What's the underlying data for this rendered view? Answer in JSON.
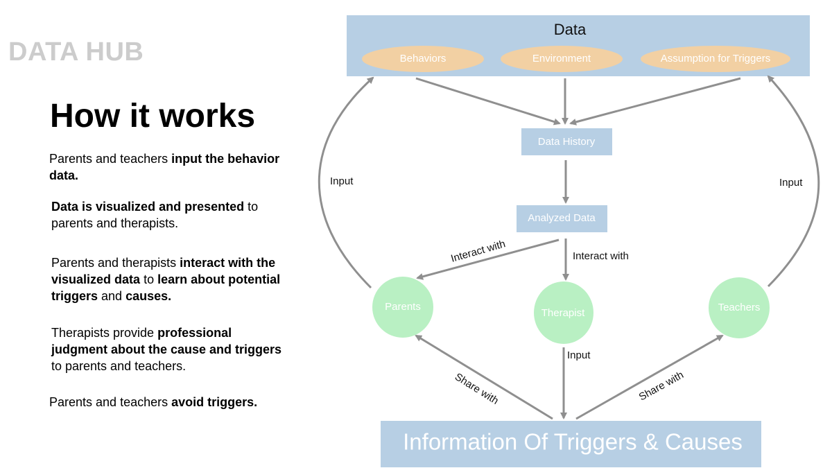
{
  "brand": "DATA HUB",
  "title": "How it works",
  "steps": [
    [
      {
        "t": "Parents and teachers ",
        "b": false
      },
      {
        "t": "input the behavior data.",
        "b": true
      }
    ],
    [
      {
        "t": "Data is visualized and presented",
        "b": true
      },
      {
        "t": " to parents and therapists.",
        "b": false
      }
    ],
    [
      {
        "t": "Parents and therapists ",
        "b": false
      },
      {
        "t": "interact with the visualized data",
        "b": true
      },
      {
        "t": " to ",
        "b": false
      },
      {
        "t": "learn about potential triggers",
        "b": true
      },
      {
        "t": " and ",
        "b": false
      },
      {
        "t": "causes.",
        "b": true
      }
    ],
    [
      {
        "t": "Therapists provide ",
        "b": false
      },
      {
        "t": "professional judgment about the cause and triggers",
        "b": true
      },
      {
        "t": " to parents and teachers.",
        "b": false
      }
    ],
    [
      {
        "t": "Parents and teachers ",
        "b": false
      },
      {
        "t": "avoid triggers.",
        "b": true
      }
    ]
  ],
  "diagram": {
    "colors": {
      "box": "#b7cfe4",
      "ellipse": "#f2d0a3",
      "circle": "#b9f0c3",
      "arrow": "#8f8f8f"
    },
    "data_box": {
      "title": "Data",
      "items": [
        "Behaviors",
        "Environment",
        "Assumption for Triggers"
      ]
    },
    "data_history": "Data History",
    "analyzed_data": "Analyzed Data",
    "actors": {
      "parents": "Parents",
      "therapist": "Therapist",
      "teachers": "Teachers"
    },
    "info_box": "Information Of Triggers & Causes",
    "edge_labels": {
      "parents_input": "Input",
      "teachers_input": "Input",
      "interact_parents": "Interact with",
      "interact_therapist": "Interact with",
      "therapist_input": "Input",
      "share_parents": "Share with",
      "share_teachers": "Share with"
    }
  }
}
